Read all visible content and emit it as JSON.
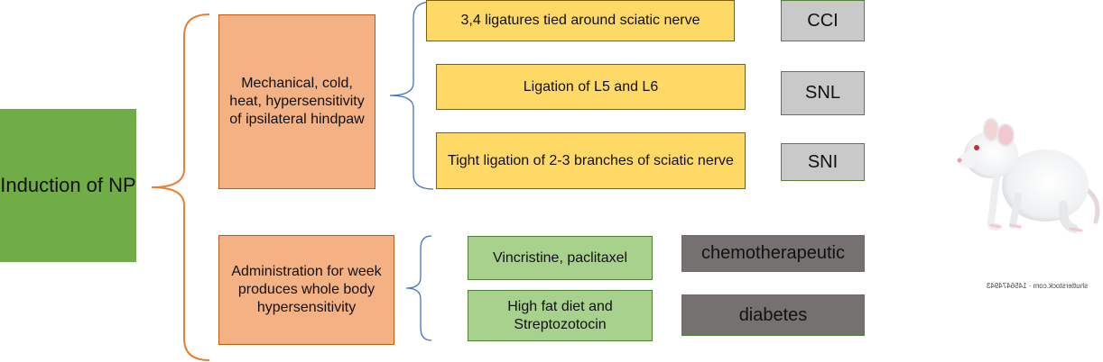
{
  "root": {
    "label": "Induction of NP"
  },
  "branches": [
    {
      "label": "Mechanical, cold, heat, hypersensitivity of ipsilateral hindpaw",
      "methods": [
        {
          "text": "3,4 ligatures tied around sciatic nerve",
          "model": "CCI"
        },
        {
          "text": "Ligation of L5 and L6",
          "model": "SNL"
        },
        {
          "text": "Tight ligation of 2-3 branches of sciatic nerve",
          "model": "SNI"
        }
      ]
    },
    {
      "label": "Administration for week produces whole body hypersensitivity",
      "methods": [
        {
          "text": "Vincristine, paclitaxel",
          "model": "chemotherapeutic"
        },
        {
          "text": "High fat diet and Streptozotocin",
          "model": "diabetes"
        }
      ]
    }
  ],
  "image": {
    "watermark": "shutterstock.com · 1456474943"
  },
  "colors": {
    "root": "#70ad47",
    "branch": "#f4b183",
    "mechanical": "#ffd966",
    "chemical": "#a9d18e",
    "model_light": "#c9c9c9",
    "model_dark": "#767171",
    "brace_orange": "#ed7d31",
    "brace_blue": "#4472c4"
  }
}
